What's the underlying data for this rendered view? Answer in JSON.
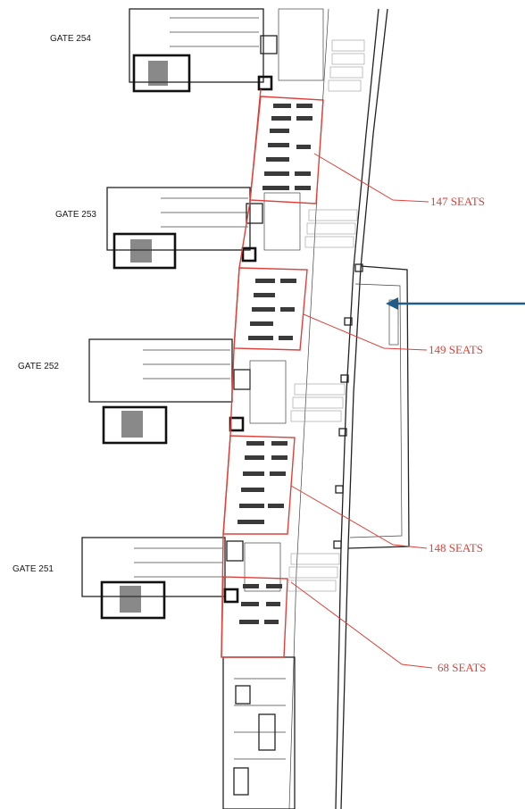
{
  "gates": [
    {
      "label": "GATE 254"
    },
    {
      "label": "GATE 253"
    },
    {
      "label": "GATE 252"
    },
    {
      "label": "GATE 251"
    }
  ],
  "seat_areas": [
    {
      "label": "147 SEATS"
    },
    {
      "label": "149 SEATS"
    },
    {
      "label": "148 SEATS"
    },
    {
      "label": "68 SEATS"
    }
  ],
  "colors": {
    "seat_annotation": "#e0403a",
    "arrow": "#1f5d87",
    "walls": "#222222"
  },
  "icons": {
    "arrow": "arrow-left-icon"
  }
}
